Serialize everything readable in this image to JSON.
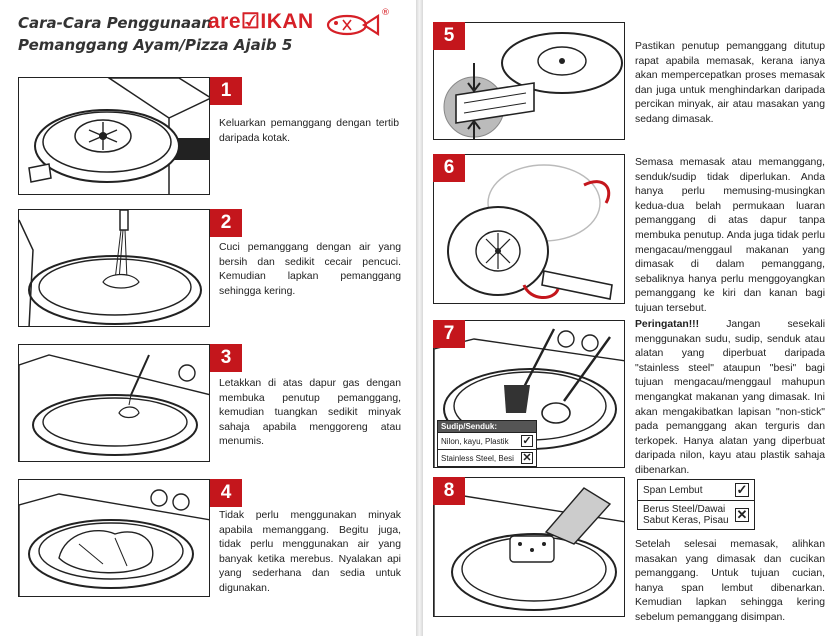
{
  "header": {
    "line1": "Cara-Cara Penggunaan",
    "line2": "Pemanggang Ayam/Pizza Ajaib 5",
    "brand": "are☑IKAN",
    "registered": "®"
  },
  "steps": [
    {
      "number": "1",
      "text": "Keluarkan pemanggang dengan tertib daripada kotak."
    },
    {
      "number": "2",
      "text": "Cuci pemanggang dengan air yang bersih dan sedikit cecair pencuci. Kemudian lapkan pemanggang sehingga kering."
    },
    {
      "number": "3",
      "text": "Letakkan di atas dapur gas dengan membuka penutup pemanggang, kemudian tuangkan sedikit minyak sahaja apabila menggoreng atau menumis."
    },
    {
      "number": "4",
      "text": "Tidak perlu menggunakan minyak apabila memanggang. Begitu juga, tidak perlu menggunakan air yang banyak ketika merebus. Nyalakan api yang sederhana dan sedia untuk digunakan."
    },
    {
      "number": "5",
      "text": "Pastikan penutup pemanggang ditutup rapat apabila memasak, kerana ianya akan mempercepatkan proses memasak dan juga untuk menghindarkan daripada percikan minyak, air atau masakan yang sedang dimasak."
    },
    {
      "number": "6",
      "text": "Semasa memasak atau memanggang, senduk/sudip tidak diperlukan. Anda hanya perlu memusing-musingkan kedua-dua belah permukaan luaran pemanggang di atas dapur tanpa membuka penutup. Anda juga tidak perlu mengacau/menggaul makanan yang dimasak di dalam pemanggang, sebaliknya hanya perlu menggoyangkan pemanggang ke kiri dan kanan bagi tujuan tersebut."
    },
    {
      "number": "7",
      "warning_label": "Peringatan!!!",
      "text": "Jangan sesekali menggunakan sudu, sudip, senduk atau alatan yang diperbuat daripada \"stainless steel\" ataupun \"besi\" bagi tujuan mengacau/menggaul mahupun mengangkat makanan yang dimasak. Ini akan mengakibatkan lapisan \"non-stick\" pada pemanggang akan terguris dan terkopek. Hanya alatan yang diperbuat daripada nilon, kayu atau plastik sahaja dibenarkan."
    },
    {
      "number": "8",
      "text": "Setelah selesai memasak, alihkan masakan yang dimasak dan cucikan pemanggang. Untuk tujuan cucian, hanya span lembut dibenarkan. Kemudian lapkan sehingga kering sebelum pemanggang disimpan."
    }
  ],
  "legend_utensils": {
    "header": "Sudip/Senduk:",
    "rows": [
      {
        "label": "Nilon, kayu, Plastik",
        "mark": "✓"
      },
      {
        "label": "Stainless Steel, Besi",
        "mark": "✕"
      }
    ]
  },
  "legend_cleaning": {
    "rows": [
      {
        "label": "Span Lembut",
        "mark": "✓"
      },
      {
        "label": "Berus Steel/Dawai\nSabut Keras, Pisau",
        "mark": "✕"
      }
    ]
  },
  "colors": {
    "accent": "#c4161c",
    "ink": "#222222"
  }
}
